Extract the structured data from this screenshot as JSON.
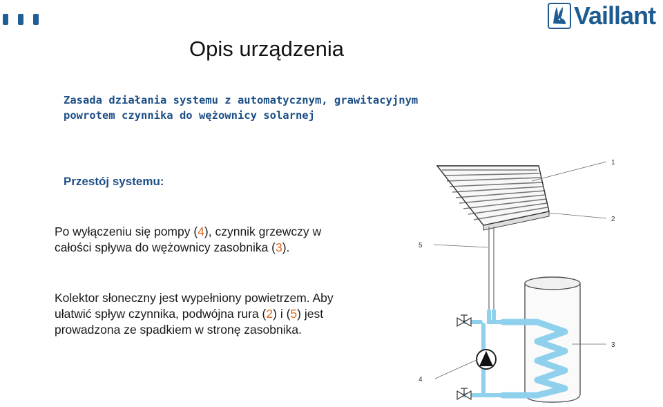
{
  "header": {
    "logo_text": "Vaillant",
    "nav_dots": 3,
    "brand_color": "#1f5f95"
  },
  "title": "Opis urządzenia",
  "subtitle": {
    "line1": "Zasada działania systemu z automatycznym, grawitacyjnym",
    "line2": "powrotem czynnika do wężownicy solarnej"
  },
  "section_heading": "Przestój systemu:",
  "paragraph1": {
    "before_ref4": "Po wyłączeniu się pompy (",
    "ref4": "4",
    "between": "), czynnik grzewczy w całości spływa do wężownicy zasobnika (",
    "ref3": "3",
    "after": ")."
  },
  "paragraph2": {
    "before_ref2": "Kolektor słoneczny jest wypełniony powietrzem. Aby ułatwić spływ czynnika, podwójna rura (",
    "ref2": "2",
    "between": ") i (",
    "ref5": "5",
    "after": ") jest prowadzona ze spadkiem w stronę zasobnika."
  },
  "diagram": {
    "callouts": [
      "1",
      "2",
      "3",
      "4",
      "5"
    ],
    "pipe_color": "#8fd0ec",
    "accent_color": "#e0661c"
  }
}
